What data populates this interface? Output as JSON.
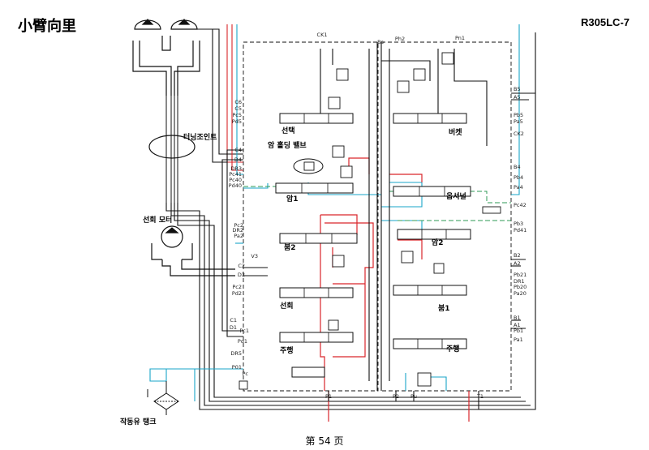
{
  "header": {
    "title": "小臂向里",
    "model": "R305LC-7"
  },
  "footer": {
    "page": "第 54 页"
  },
  "colors": {
    "pilot": "#1aa6c8",
    "pressure": "#d9262b",
    "return": "#e05a5a",
    "tank": "#111111",
    "green": "#2e9a55"
  },
  "diagram": {
    "labels": {
      "center_joint": "터닝조인트",
      "swing_motor": "선회 모터",
      "hydraulic_tank": "작동유 탱크",
      "arm_holding_valve": "암 홀딩 밸브",
      "spool_swing_top": "선택",
      "spool_arm1": "암1",
      "spool_boom2": "붐2",
      "spool_swing": "선회",
      "spool_travel_left": "주행",
      "spool_bucket": "버켓",
      "spool_option": "옵셔널",
      "spool_arm2": "암2",
      "spool_boom1": "붐1",
      "spool_travel_right": "주행"
    },
    "ports_left": [
      "C6",
      "C5",
      "Pc5",
      "Pd5",
      "C4",
      "D4",
      "DR3",
      "Pc41",
      "Pc40",
      "Pd40",
      "Pc2",
      "DR2",
      "Pa2",
      "V3",
      "C2",
      "D2",
      "Pc2",
      "Pd2",
      "C1",
      "D1",
      "Pc1",
      "Pd1",
      "DR5",
      "P01",
      "Pc"
    ],
    "ports_right": [
      "B5",
      "A5",
      "Pb5",
      "Pa5",
      "CK2",
      "B4",
      "Pb4",
      "Pa4",
      "Pc42",
      "Pb3",
      "Pd41",
      "B2",
      "A2",
      "Pb21",
      "DR1",
      "Pb20",
      "Pa20",
      "B1",
      "A1",
      "Pb1",
      "Pa1"
    ],
    "ports_top": [
      "CK1",
      "Bs",
      "Ph2",
      "Pn1"
    ],
    "ports_bottom": [
      "P1",
      "P2",
      "Pu",
      "T1"
    ]
  }
}
